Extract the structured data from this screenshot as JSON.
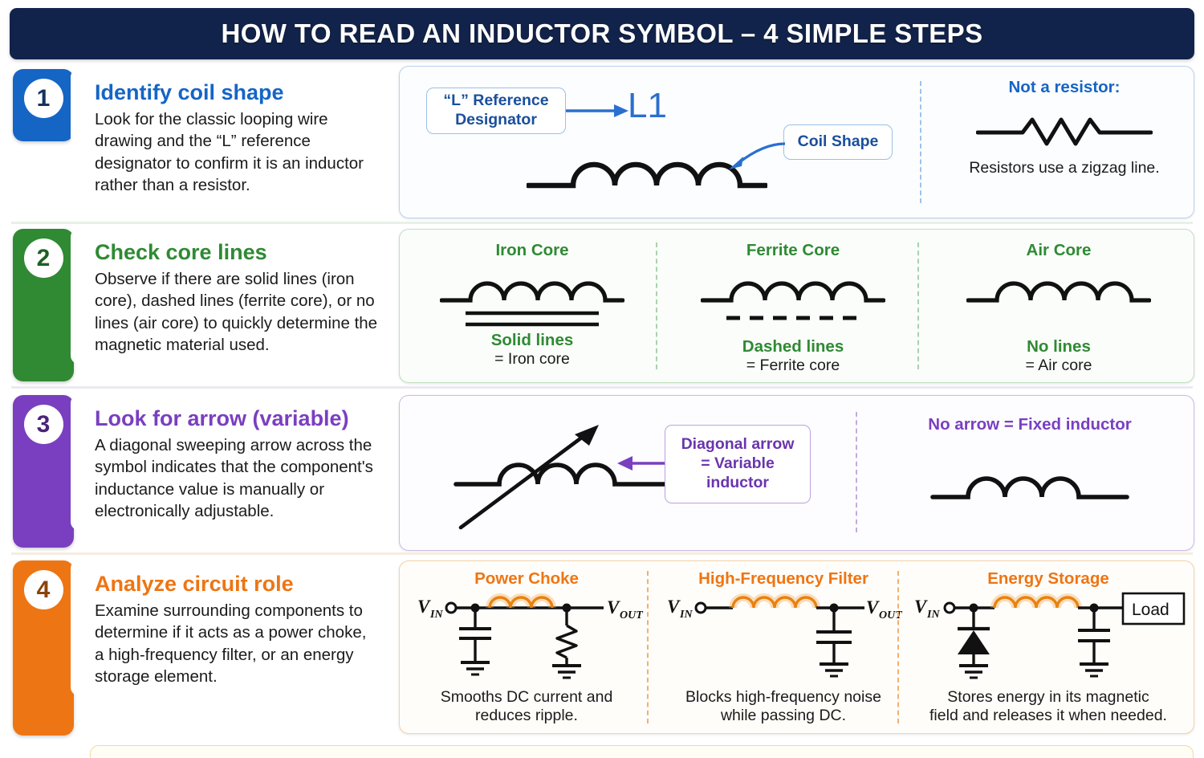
{
  "header": {
    "title": "HOW TO READ AN INDUCTOR SYMBOL – 4 SIMPLE STEPS"
  },
  "colors": {
    "header_bg": "#12234b",
    "step1": "#1565c5",
    "step2": "#2f8a33",
    "step3": "#7a3fc0",
    "step4": "#ee7513",
    "ink": "#1b1b1b"
  },
  "steps": [
    {
      "number": "1",
      "title": "Identify coil shape",
      "body": "Look for the classic looping wire drawing and the “L” reference designator to confirm it is an inductor rather than a resistor.",
      "panel": {
        "callout_reference": "“L” Reference Designator",
        "reference_value": "L1",
        "callout_coil": "Coil Shape",
        "right_title": "Not a resistor:",
        "right_caption": "Resistors use a zigzag line."
      }
    },
    {
      "number": "2",
      "title": "Check core lines",
      "body": "Observe if there are solid lines (iron core), dashed lines (ferrite core), or no lines (air core) to quickly determine the magnetic material used.",
      "cells": [
        {
          "title": "Iron Core",
          "caption_bold": "Solid lines",
          "caption_plain": "= Iron core",
          "core": "solid"
        },
        {
          "title": "Ferrite Core",
          "caption_bold": "Dashed lines",
          "caption_plain": "= Ferrite core",
          "core": "dashed"
        },
        {
          "title": "Air Core",
          "caption_bold": "No lines",
          "caption_plain": "= Air core",
          "core": "none"
        }
      ]
    },
    {
      "number": "3",
      "title": "Look for arrow (variable)",
      "body": "A diagonal sweeping arrow across the symbol indicates that the component's inductance value is manually or electronically adjustable.",
      "panel": {
        "callout": "Diagonal arrow = Variable inductor",
        "callout_line1": "Diagonal arrow",
        "callout_line2": "= Variable",
        "callout_line3": "inductor",
        "right_title": "No arrow = Fixed inductor"
      }
    },
    {
      "number": "4",
      "title": "Analyze circuit role",
      "body": "Examine surrounding components to determine if it acts as a power choke, a high-frequency filter, or an energy storage element.",
      "circuits": [
        {
          "title": "Power Choke",
          "in_label": "V",
          "in_sub": "IN",
          "out_label": "V",
          "out_sub": "OUT",
          "caption_line1": "Smooths DC current and",
          "caption_line2": "reduces ripple."
        },
        {
          "title": "High-Frequency Filter",
          "in_label": "V",
          "in_sub": "IN",
          "out_label": "V",
          "out_sub": "OUT",
          "caption_line1": "Blocks high-frequency noise",
          "caption_line2": "while passing DC."
        },
        {
          "title": "Energy Storage",
          "in_label": "V",
          "in_sub": "IN",
          "out_label": "Load",
          "out_sub": "",
          "caption_line1": "Stores energy in its magnetic",
          "caption_line2": "field and releases it when needed."
        }
      ]
    }
  ]
}
